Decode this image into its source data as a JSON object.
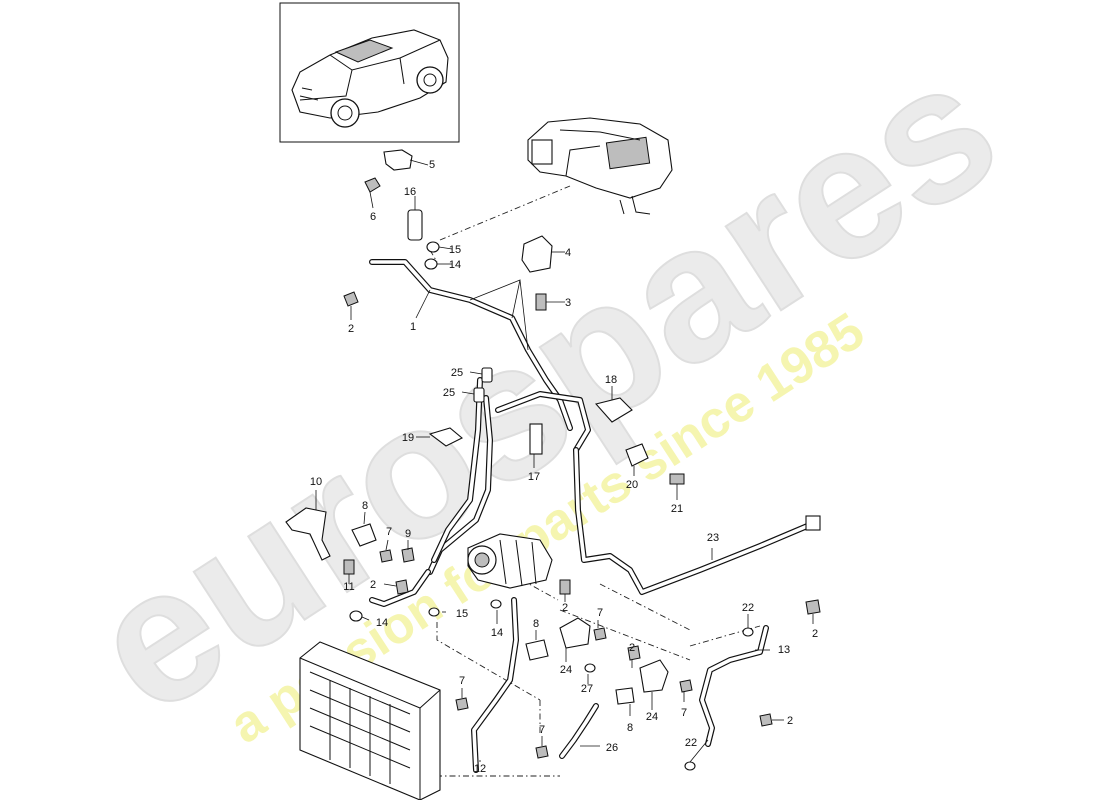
{
  "watermark": {
    "brand": "eurospares",
    "tagline": "a passion for parts since 1985",
    "brand_color": "#e9e9e9",
    "tagline_color": "#f3f3a8"
  },
  "callouts": [
    "1",
    "2",
    "3",
    "4",
    "5",
    "6",
    "7",
    "8",
    "9",
    "10",
    "11",
    "12",
    "13",
    "14",
    "15",
    "16",
    "17",
    "18",
    "19",
    "20",
    "21",
    "22",
    "23",
    "24",
    "25",
    "26",
    "27"
  ],
  "icons": {
    "vehicle": "suv-vehicle-thumbnail",
    "compressor": "ac-compressor",
    "condenser": "condenser-radiator",
    "hvac": "hvac-housing"
  }
}
